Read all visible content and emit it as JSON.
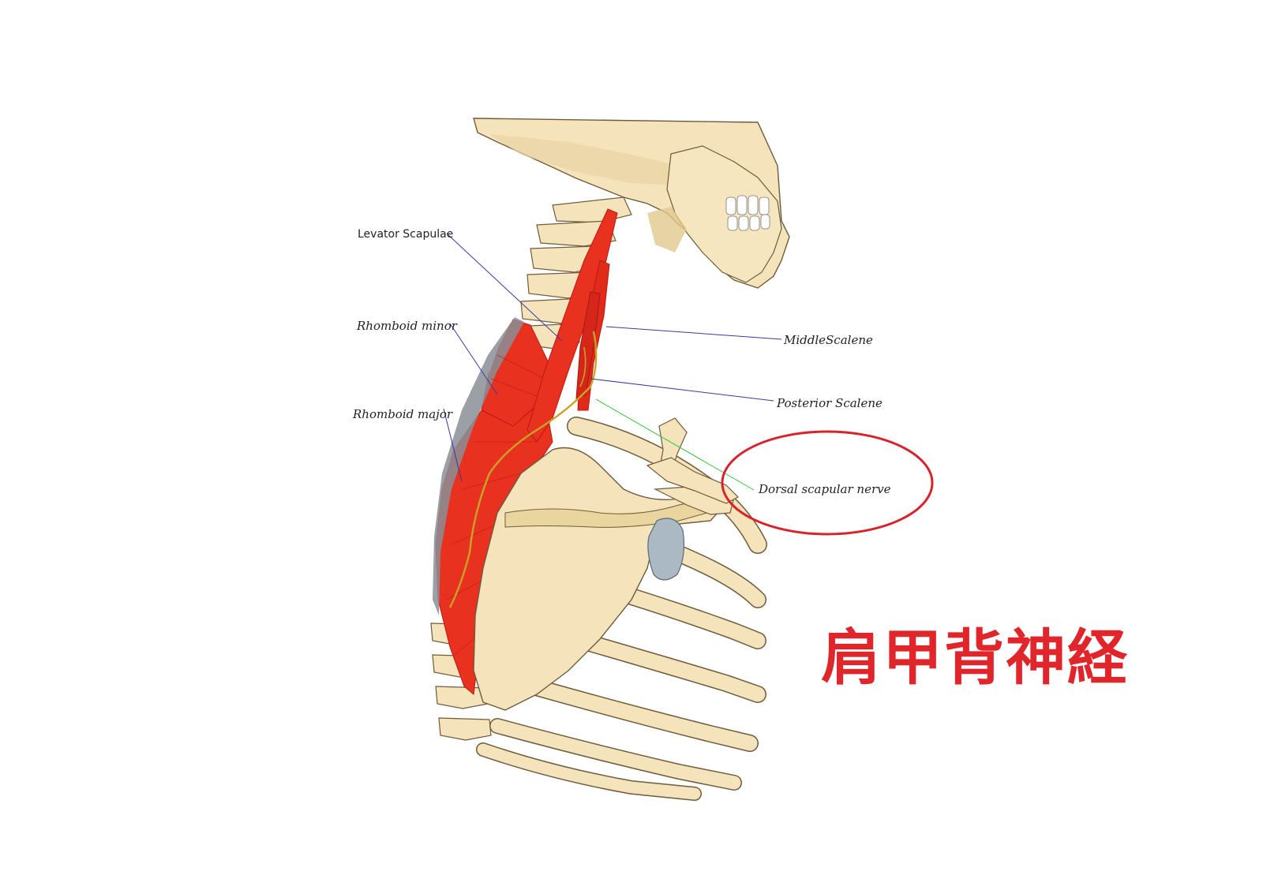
{
  "labels": {
    "levator_scapulae": "Levator Scapulae",
    "rhomboid_minor": "Rhomboid minor",
    "rhomboid_major": "Rhomboid major",
    "middle_scalene": "MiddleScalene",
    "posterior_scalene": "Posterior Scalene",
    "dorsal_scapular_nerve": "Dorsal scapular nerve"
  },
  "title": "肩甲背神経",
  "colors": {
    "bone": "#f4e3bb",
    "bone_shadow": "#e2c88f",
    "bone_outline": "#6e5c3c",
    "muscle": "#e8311f",
    "muscle_dark": "#b91a10",
    "nerve": "#c9a227",
    "cartilage": "#aab9c3",
    "leader_line": "#3a3aa0",
    "nerve_leader": "#37c837",
    "highlight_circle": "#d9232c",
    "title": "#e0252b"
  }
}
